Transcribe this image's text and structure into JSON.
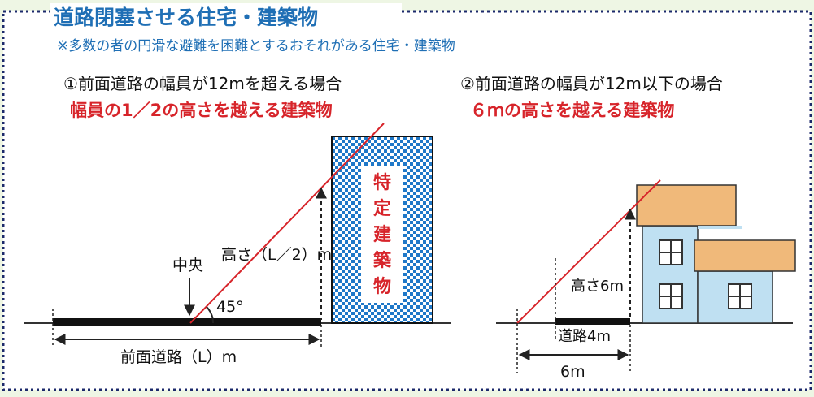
{
  "title": "道路閉塞させる住宅・建築物",
  "subtitle": "※多数の者の円滑な避難を困難とするおそれがある住宅・建築物",
  "case1": {
    "heading": "①前面道路の幅員が12mを超える場合",
    "criterion": "幅員の1／2の高さを越える建築物",
    "building_label": [
      "特",
      "定",
      "建",
      "築",
      "物"
    ],
    "center_label": "中央",
    "angle_label": "45°",
    "height_label": "高さ（L／2）m",
    "road_label": "前面道路（L）m"
  },
  "case2": {
    "heading": "②前面道路の幅員が12m以下の場合",
    "criterion": "６ｍの高さを越える建築物",
    "height_label": "高さ6m",
    "road_label": "道路4m",
    "distance_label": "6m"
  },
  "colors": {
    "title_blue": "#1f6fb5",
    "accent_red": "#d7242a",
    "border_navy": "#1c2a6b",
    "building_blue": "#1f78c8",
    "house_wall": "#bfe0f2",
    "house_roof": "#f0b97a"
  }
}
